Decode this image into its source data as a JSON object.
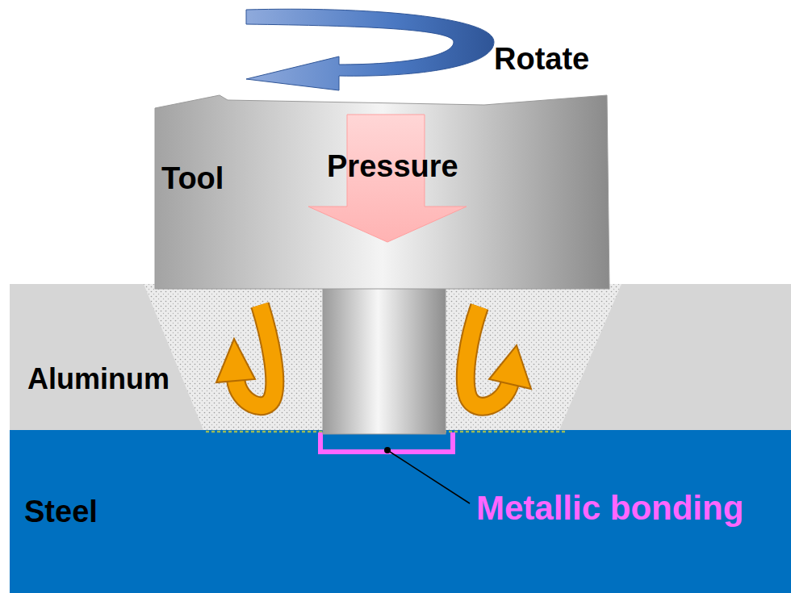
{
  "diagram": {
    "nodes": [
      {
        "text": [
          "Tool"
        ]
      },
      {
        "text": [
          "Aluminum"
        ]
      },
      {
        "text": [
          "Steel"
        ]
      }
    ],
    "labels": [
      "Rotate",
      "Pressure",
      "Metallic bonding"
    ]
  }
}
